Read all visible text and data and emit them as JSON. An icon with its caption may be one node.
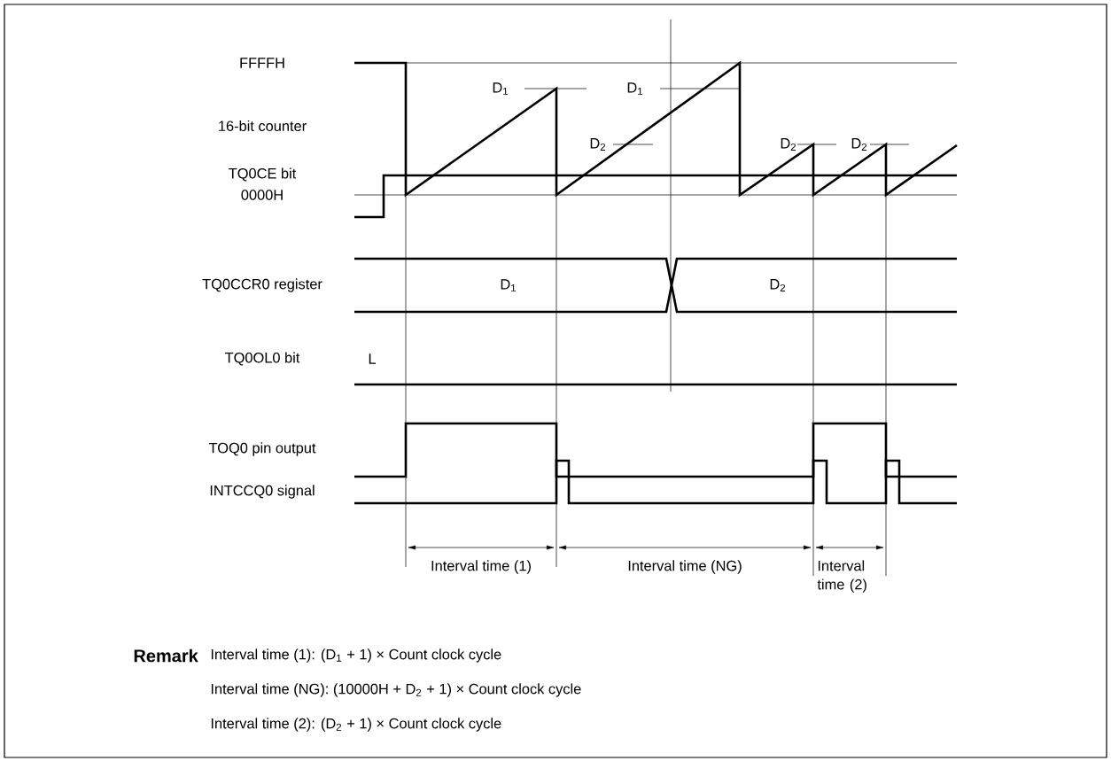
{
  "diagram": {
    "labels": [
      "FFFFH",
      "D$_{1}$",
      "D$_{1}$",
      "16-bit counter",
      "D$_{2}$",
      "D$_{2}$",
      "D$_{2}$",
      "0000H",
      "TQ0CE bit",
      "TQ0CCR0 register",
      "D$_{1}$",
      "D$_{2}$",
      "TQ0OL0 bit",
      "L",
      "TOQ0 pin output",
      "INTCCQ0 signal",
      "Interval time (1)",
      "Interval time (NG)",
      "Interval time (2)",
      "Remark",
      "Interval time (1): (D$_{1}$ + 1) × Count clock cycle",
      "Interval time (NG): (10000H + D$_{2}$ + 1) × Count clock cycle",
      "Interval time (2): (D$_{2}$ + 1) × Count clock cycle"
    ]
  }
}
